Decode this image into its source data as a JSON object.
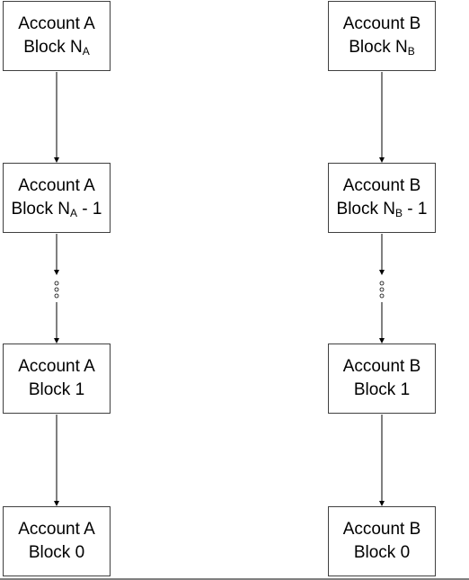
{
  "columns": [
    {
      "account": "Account A",
      "blocks": [
        {
          "prefix": "Block N",
          "sub": "A",
          "suffix": ""
        },
        {
          "prefix": "Block N",
          "sub": "A",
          "suffix": " - 1"
        },
        {
          "prefix": "Block 1",
          "sub": "",
          "suffix": ""
        },
        {
          "prefix": "Block 0",
          "sub": "",
          "suffix": ""
        }
      ]
    },
    {
      "account": "Account B",
      "blocks": [
        {
          "prefix": "Block N",
          "sub": "B",
          "suffix": ""
        },
        {
          "prefix": "Block N",
          "sub": "B",
          "suffix": " - 1"
        },
        {
          "prefix": "Block 1",
          "sub": "",
          "suffix": ""
        },
        {
          "prefix": "Block 0",
          "sub": "",
          "suffix": ""
        }
      ]
    }
  ],
  "colors": {
    "border": "#404040",
    "connector": "#000000",
    "text": "#000000"
  }
}
